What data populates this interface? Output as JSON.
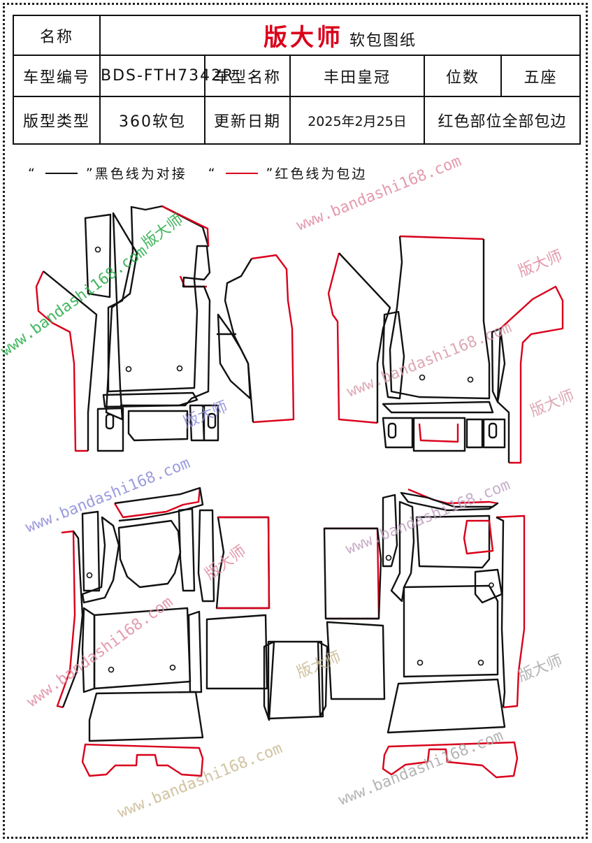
{
  "header": {
    "name_label": "名称",
    "brand": "版大师",
    "title_tail": "软包图纸",
    "model_code_label": "车型编号",
    "model_code": "BDS-FTH7342R",
    "model_name_label": "车型名称",
    "model_name": "丰田皇冠",
    "seats_label": "位数",
    "seats": "五座",
    "pattern_type_label": "版型类型",
    "pattern_type": "360软包",
    "update_label": "更新日期",
    "update_date": "2025年2月25日",
    "note": "红色部位全部包边"
  },
  "legend": {
    "open_quote": "“",
    "close_quote": "”",
    "black_text": "黑色线为对接",
    "red_text": "红色线为包边"
  },
  "watermark": {
    "url": "www.bandashi168.com",
    "brand": "版大师"
  },
  "colors": {
    "join_line": "#111111",
    "edge_line": "#d9001b",
    "brand": "#d9001b"
  }
}
